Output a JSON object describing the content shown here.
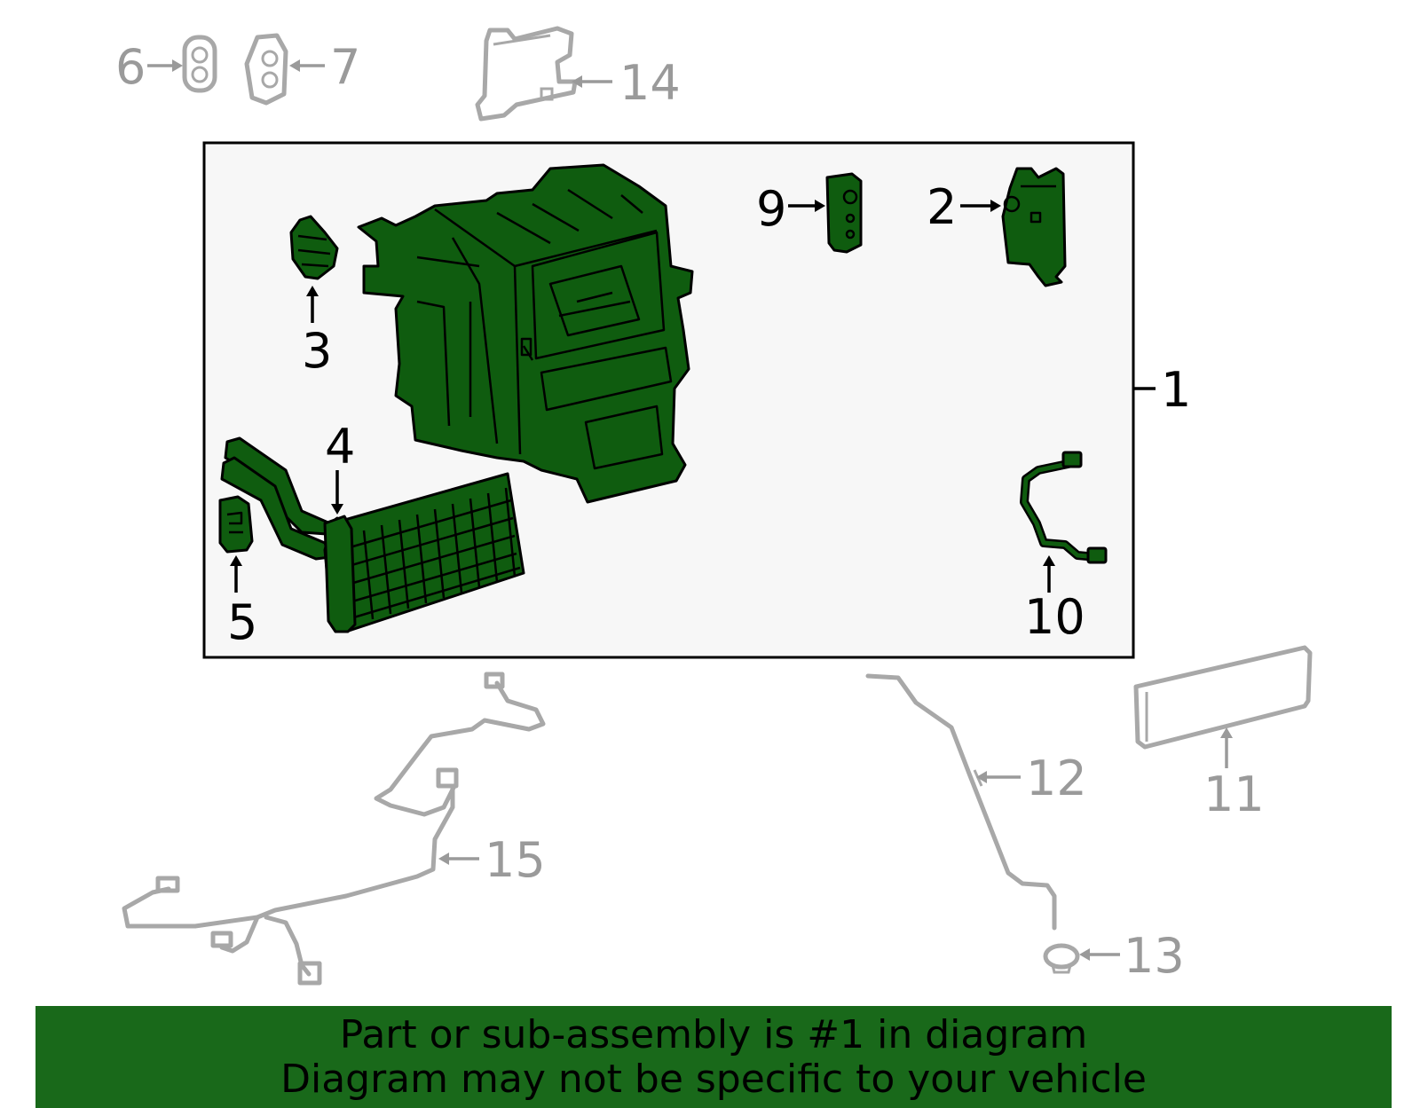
{
  "callouts": {
    "c1": "1",
    "c2": "2",
    "c3": "3",
    "c4": "4",
    "c5": "5",
    "c6": "6",
    "c7": "7",
    "c9": "9",
    "c10": "10",
    "c11": "11",
    "c12": "12",
    "c13": "13",
    "c14": "14",
    "c15": "15"
  },
  "banner": {
    "line1": "Part or sub-assembly is #1 in diagram",
    "line2": "Diagram may not be specific to your vehicle"
  },
  "colors": {
    "highlight_part": "#0f5c0f",
    "banner_bg": "#19691a",
    "ghost_part": "#a8a8a8",
    "box_bg": "#f7f7f7"
  }
}
